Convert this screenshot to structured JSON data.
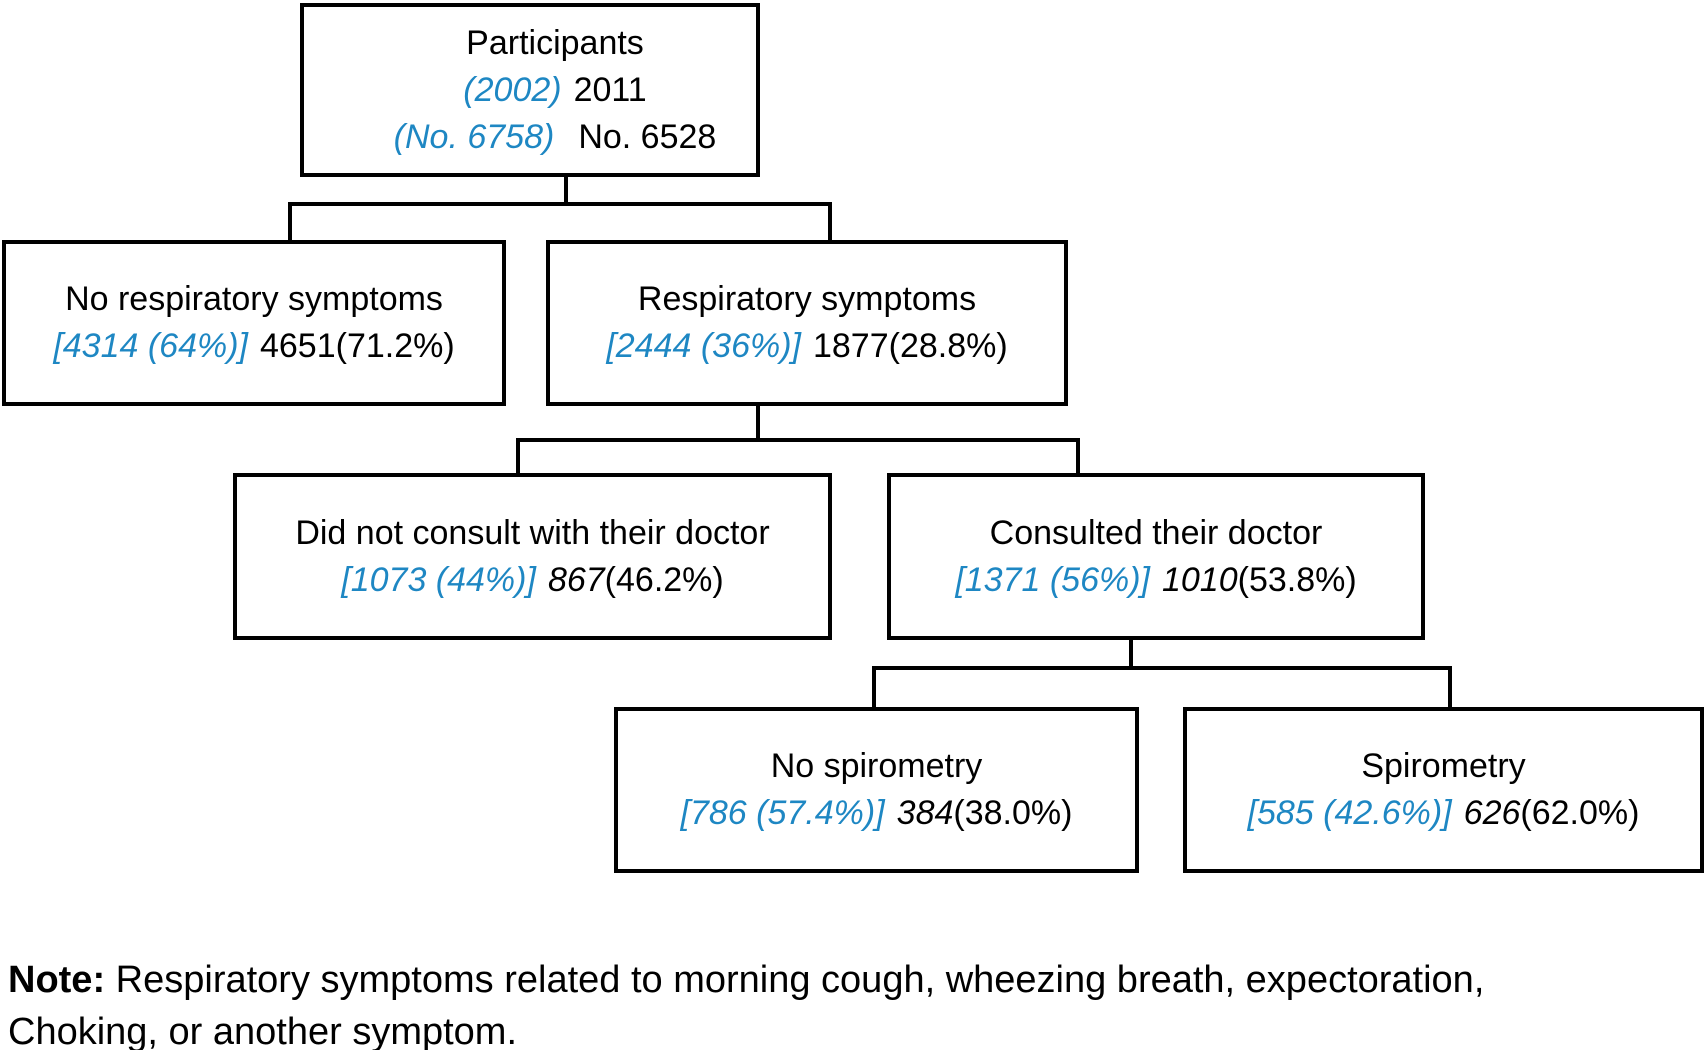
{
  "colors": {
    "accent_blue": "#1e87c3",
    "line_black": "#000000",
    "background": "#ffffff"
  },
  "nodes": {
    "participants": {
      "title": "Participants",
      "year_2002": "(2002)",
      "year_2011": "2011",
      "count_2002": "(No. 6758)",
      "count_2011": "No. 6528"
    },
    "no_respiratory_symptoms": {
      "title": "No respiratory symptoms",
      "stat_2002": "[4314 (64%)]",
      "count_2011": "4651",
      "pct_2011": "(71.2%)"
    },
    "respiratory_symptoms": {
      "title": "Respiratory symptoms",
      "stat_2002": "[2444 (36%)]",
      "count_2011": "1877",
      "pct_2011": "(28.8%)"
    },
    "did_not_consult": {
      "title": "Did not consult with their doctor",
      "stat_2002": "[1073 (44%)]",
      "count_2011": "867",
      "pct_2011": "(46.2%)"
    },
    "consulted_doctor": {
      "title": "Consulted their doctor",
      "stat_2002": "[1371 (56%)]",
      "count_2011": "1010",
      "pct_2011": "(53.8%)"
    },
    "no_spirometry": {
      "title": "No spirometry",
      "stat_2002": "[786 (57.4%)]",
      "count_2011": "384",
      "pct_2011": "(38.0%)"
    },
    "spirometry": {
      "title": "Spirometry",
      "stat_2002": "[585 (42.6%)]",
      "count_2011": "626",
      "pct_2011": "(62.0%)"
    }
  },
  "note": {
    "label": "Note:",
    "line1": "Respiratory symptoms related to morning cough, wheezing breath, expectoration,",
    "line2": "Choking, or another symptom."
  }
}
